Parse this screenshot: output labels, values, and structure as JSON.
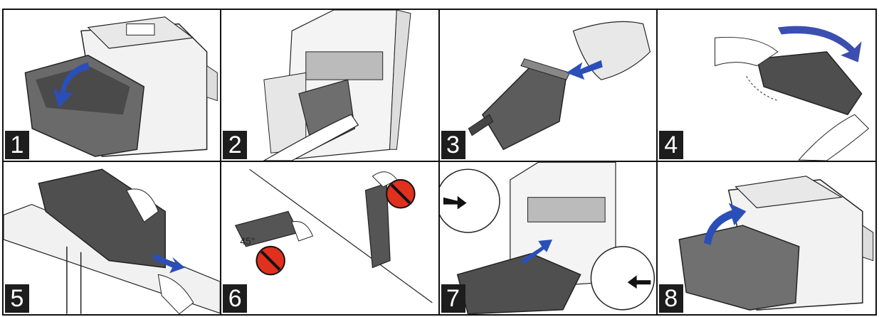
{
  "steps": [
    {
      "number": "1"
    },
    {
      "number": "2"
    },
    {
      "number": "3"
    },
    {
      "number": "4"
    },
    {
      "number": "5"
    },
    {
      "number": "6",
      "angle_label": "45°"
    },
    {
      "number": "7"
    },
    {
      "number": "8"
    }
  ],
  "colors": {
    "arrow": "#2b4fb8",
    "prohibit": "#e0301e",
    "device_dark": "#3a3a3a",
    "device_mid": "#8a8a8a",
    "line": "#222222"
  }
}
